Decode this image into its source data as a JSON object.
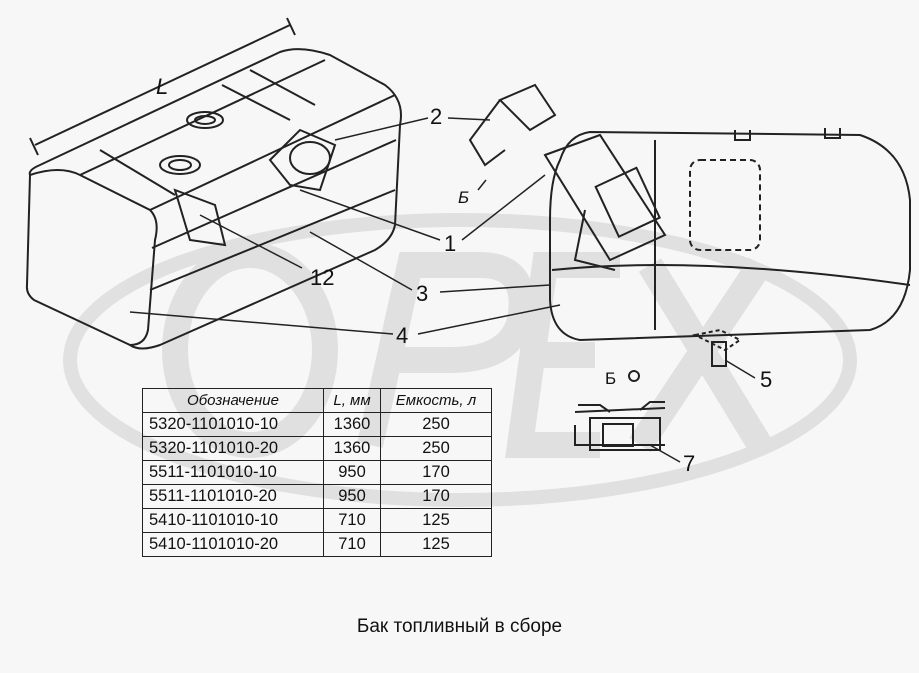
{
  "dimension_label": "L",
  "view_label": "Б",
  "callouts": [
    "1",
    "1",
    "2",
    "3",
    "3",
    "4",
    "4",
    "5",
    "7",
    "12"
  ],
  "table": {
    "headers": [
      "Обозначение",
      "L, мм",
      "Емкость, л"
    ],
    "rows": [
      [
        "5320-1101010-10",
        "1360",
        "250"
      ],
      [
        "5320-1101010-20",
        "1360",
        "250"
      ],
      [
        "5511-1101010-10",
        "950",
        "170"
      ],
      [
        "5511-1101010-20",
        "950",
        "170"
      ],
      [
        "5410-1101010-10",
        "710",
        "125"
      ],
      [
        "5410-1101010-20",
        "710",
        "125"
      ]
    ]
  },
  "caption": "Бак топливный в сборе",
  "watermark": "ОРЕХ",
  "colors": {
    "line": "#222222",
    "background": "#f7f7f7",
    "watermark": "#e2e2e2"
  }
}
